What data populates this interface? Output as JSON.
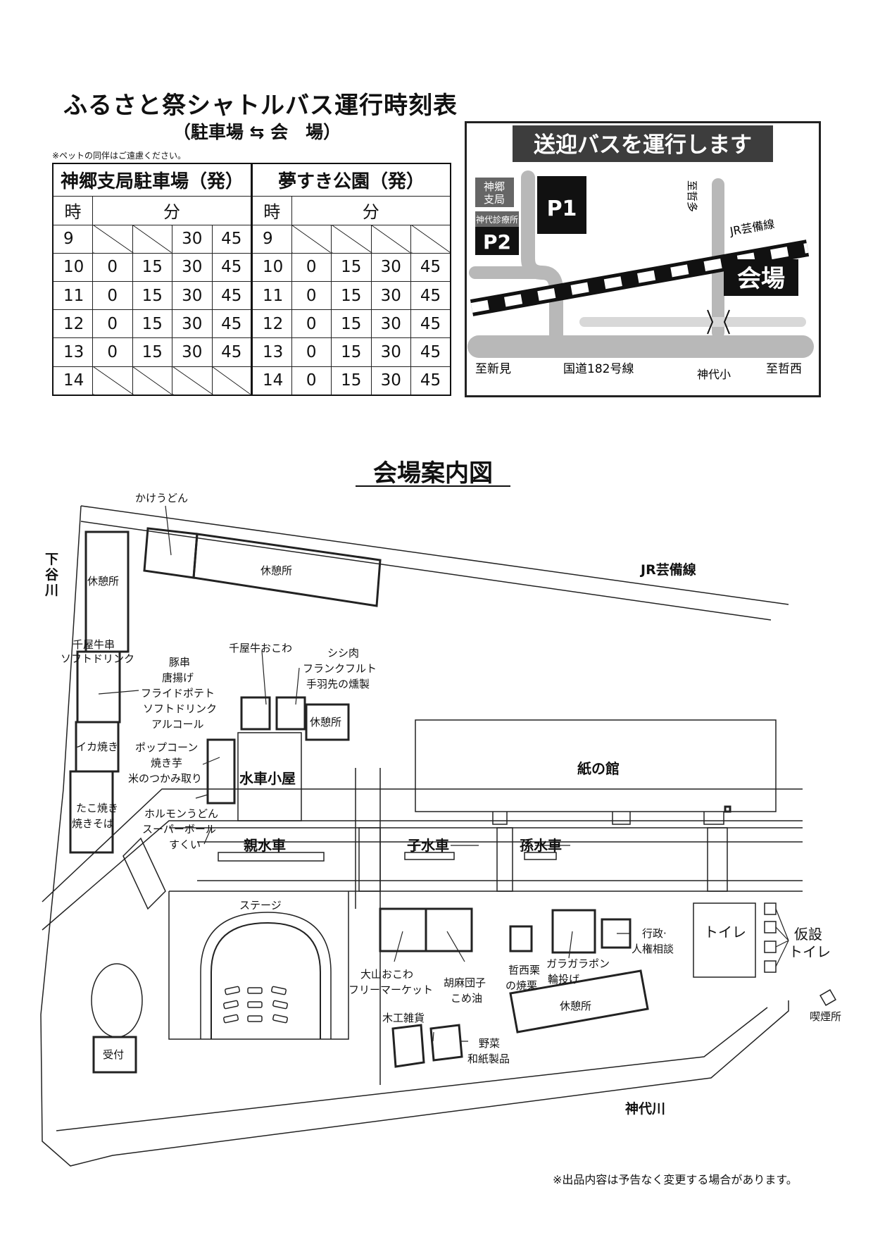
{
  "timetable": {
    "title": "ふるさと祭シャトルバス運行時刻表",
    "subtitle": "（駐車場 ⇆ 会　場）",
    "pet_note": "※ペットの同伴はご遠慮ください。",
    "left_header": "神郷支局駐車場（発）",
    "right_header": "夢すき公園（発）",
    "hour_label": "時",
    "minute_label": "分",
    "rows": [
      {
        "hour": "9",
        "left": [
          "",
          "",
          "30",
          "45"
        ],
        "right": [
          "",
          "",
          "",
          ""
        ]
      },
      {
        "hour": "10",
        "left": [
          "0",
          "15",
          "30",
          "45"
        ],
        "right": [
          "0",
          "15",
          "30",
          "45"
        ]
      },
      {
        "hour": "11",
        "left": [
          "0",
          "15",
          "30",
          "45"
        ],
        "right": [
          "0",
          "15",
          "30",
          "45"
        ]
      },
      {
        "hour": "12",
        "left": [
          "0",
          "15",
          "30",
          "45"
        ],
        "right": [
          "0",
          "15",
          "30",
          "45"
        ]
      },
      {
        "hour": "13",
        "left": [
          "0",
          "15",
          "30",
          "45"
        ],
        "right": [
          "0",
          "15",
          "30",
          "45"
        ]
      },
      {
        "hour": "14",
        "left": [
          "",
          "",
          "",
          ""
        ],
        "right": [
          "0",
          "15",
          "30",
          "45"
        ]
      }
    ]
  },
  "access_map": {
    "banner": "送迎バスを運行します",
    "p1": "P1",
    "p2": "P2",
    "jingo_branch": "神郷支局",
    "clinic": "神代診療所",
    "to_tetta": "至哲多",
    "jr_line": "JR芸備線",
    "venue": "会場",
    "to_niimi": "至新見",
    "route182": "国道182号線",
    "kojiro_school": "神代小",
    "to_tetsunishi": "至哲西"
  },
  "venue_map": {
    "title": "会場案内図",
    "labels": {
      "kake_udon": "かけうどん",
      "rest_top": "休憩所",
      "jr_line": "JR芸備線",
      "shimotani": "下谷川",
      "rest_left": "休憩所",
      "chiya_kushi_1": "千屋牛串",
      "chiya_kushi_2": "ソフトドリンク",
      "buta_1": "豚串",
      "buta_2": "唐揚げ",
      "buta_3": "フライドポテト",
      "buta_4": "ソフトドリンク",
      "buta_5": "アルコール",
      "chiya_okowa": "千屋牛おこわ",
      "shishi_1": "シシ肉",
      "shishi_2": "フランクフルト",
      "shishi_3": "手羽先の燻製",
      "rest_mid": "休憩所",
      "ika": "イカ焼き",
      "popcorn_1": "ポップコーン",
      "popcorn_2": "焼き芋",
      "popcorn_3": "米のつかみ取り",
      "suisha_goya": "水車小屋",
      "kami_no_yakata": "紙の館",
      "tako_1": "たこ焼き",
      "tako_2": "焼きそば",
      "horumon_1": "ホルモンうどん",
      "horumon_2": "スーパーボール",
      "horumon_3": "すくい",
      "oya_suisha": "親水車",
      "ko_suisha": "子水車",
      "mago_suisha": "孫水車",
      "stage": "ステージ",
      "toilet": "トイレ",
      "gyosei_1": "行政·",
      "gyosei_2": "人権相談",
      "kasetsu_1": "仮設",
      "kasetsu_2": "トイレ",
      "oyama_1": "大山おこわ",
      "oyama_2": "フリーマーケット",
      "goma_1": "胡麻団子",
      "goma_2": "こめ油",
      "tetsunishi_1": "哲西栗",
      "tetsunishi_2": "の焼栗",
      "garagara_1": "ガラガラポン",
      "garagara_2": "輪投げ",
      "rest_bottom": "休憩所",
      "smoking": "喫煙所",
      "mokko": "木工雑貨",
      "yasai_1": "野菜",
      "yasai_2": "和紙製品",
      "reception": "受付",
      "kojiro_river": "神代川"
    },
    "footnote": "※出品内容は予告なく変更する場合があります。"
  }
}
